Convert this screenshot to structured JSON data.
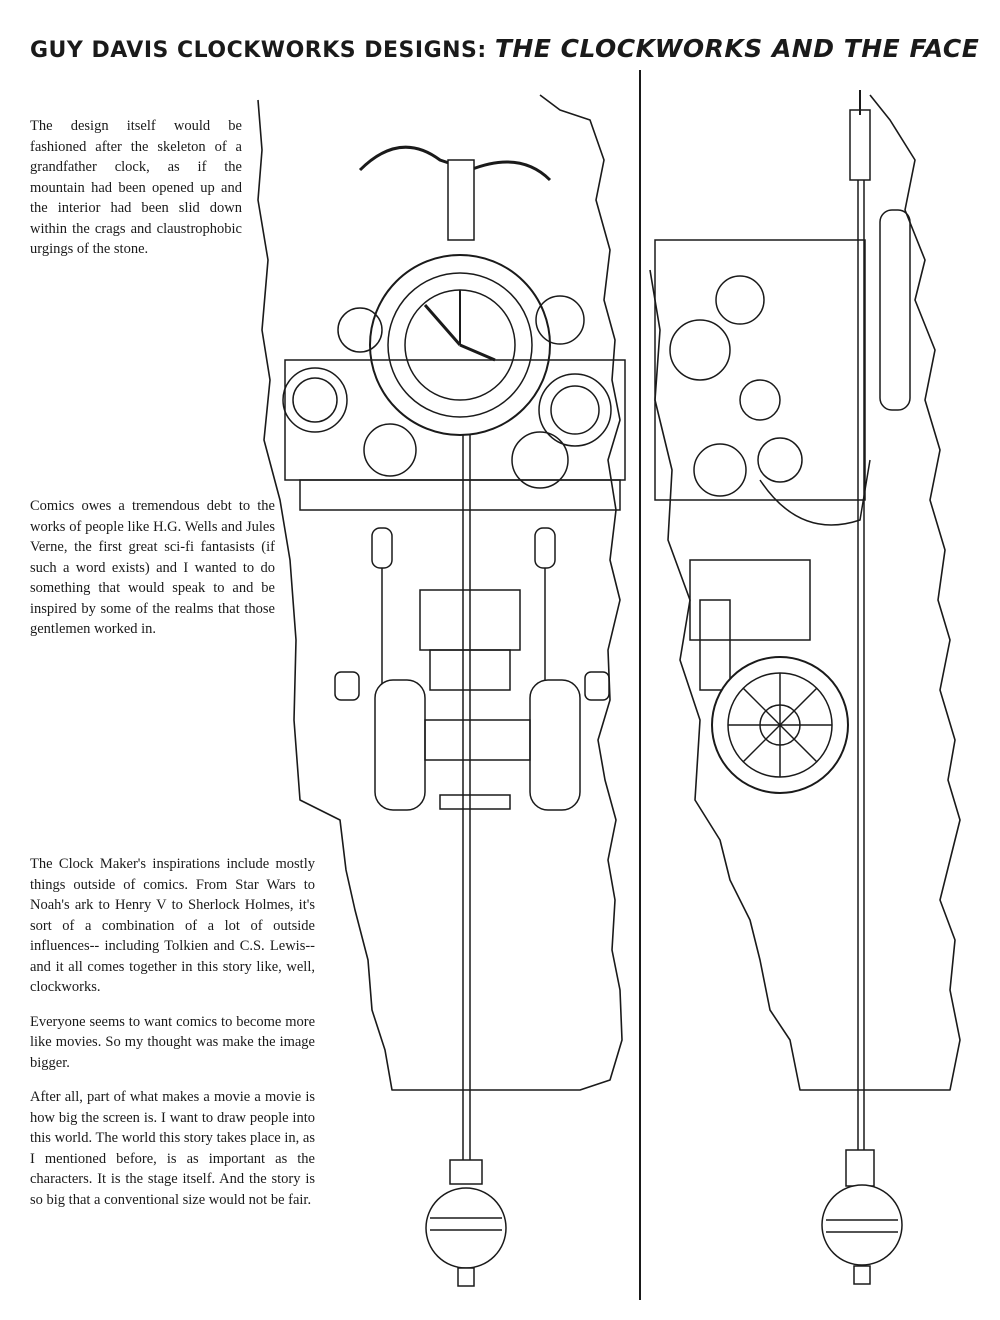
{
  "header": {
    "lead": "GUY DAVIS CLOCKWORKS DESIGNS: ",
    "emphasis": "THE CLOCKWORKS AND THE FACE"
  },
  "blocks": [
    {
      "paragraphs": [
        "The design itself would be fashioned after the skeleton of a grandfather clock, as if the mountain had been opened up and the interior had been slid down within the crags and claustrophobic urgings of the stone."
      ]
    },
    {
      "paragraphs": [
        "Comics owes a tremendous debt to the works of people like H.G. Wells and Jules Verne, the first great sci-fi fantasists (if such a word exists) and I wanted to do something that would speak to and be inspired by some of the realms that those gentlemen worked in."
      ]
    },
    {
      "paragraphs": [
        "The Clock Maker's inspirations include mostly things outside of comics. From Star Wars to Noah's ark to Henry V to Sherlock Holmes, it's sort of a combination of a lot of outside influences-- including Tolkien and C.S. Lewis-- and it all comes together in this story like, well, clockworks.",
        "Everyone seems to want comics to become more like movies. So my thought was make the image bigger.",
        "After all, part of what makes a movie a movie is how big the screen is. I want to draw people into this world. The world this story takes place in, as I mentioned before, is as important as the characters. It is the stage itself. And the story is so big that a conventional size would not be fair."
      ]
    }
  ],
  "colors": {
    "ink": "#1a1a1a",
    "paper": "#ffffff"
  }
}
